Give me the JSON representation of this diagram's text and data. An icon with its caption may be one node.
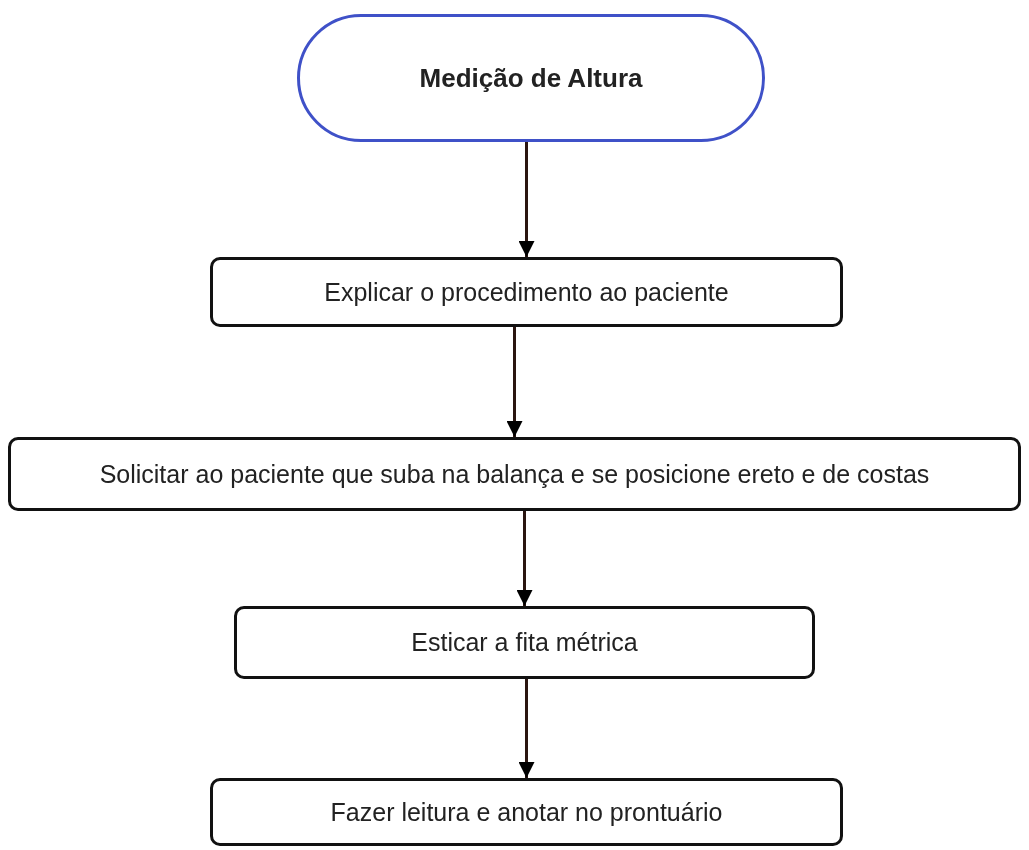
{
  "diagram": {
    "nodes": [
      {
        "text": [
          "Medição de Altura"
        ]
      },
      {
        "text": [
          "Explicar o procedimento ao paciente"
        ]
      },
      {
        "text": [
          "Solicitar ao paciente que suba na balança e se posicione ereto e de costas"
        ]
      },
      {
        "text": [
          "Esticar a fita métrica"
        ]
      },
      {
        "text": [
          "Fazer leitura e anotar no prontuário"
        ]
      }
    ],
    "edges": [
      {
        "from": 0,
        "to": 1,
        "arrow": "to"
      },
      {
        "from": 1,
        "to": 2,
        "arrow": "to"
      },
      {
        "from": 2,
        "to": 3,
        "arrow": "to"
      },
      {
        "from": 3,
        "to": 4,
        "arrow": "to"
      }
    ]
  }
}
